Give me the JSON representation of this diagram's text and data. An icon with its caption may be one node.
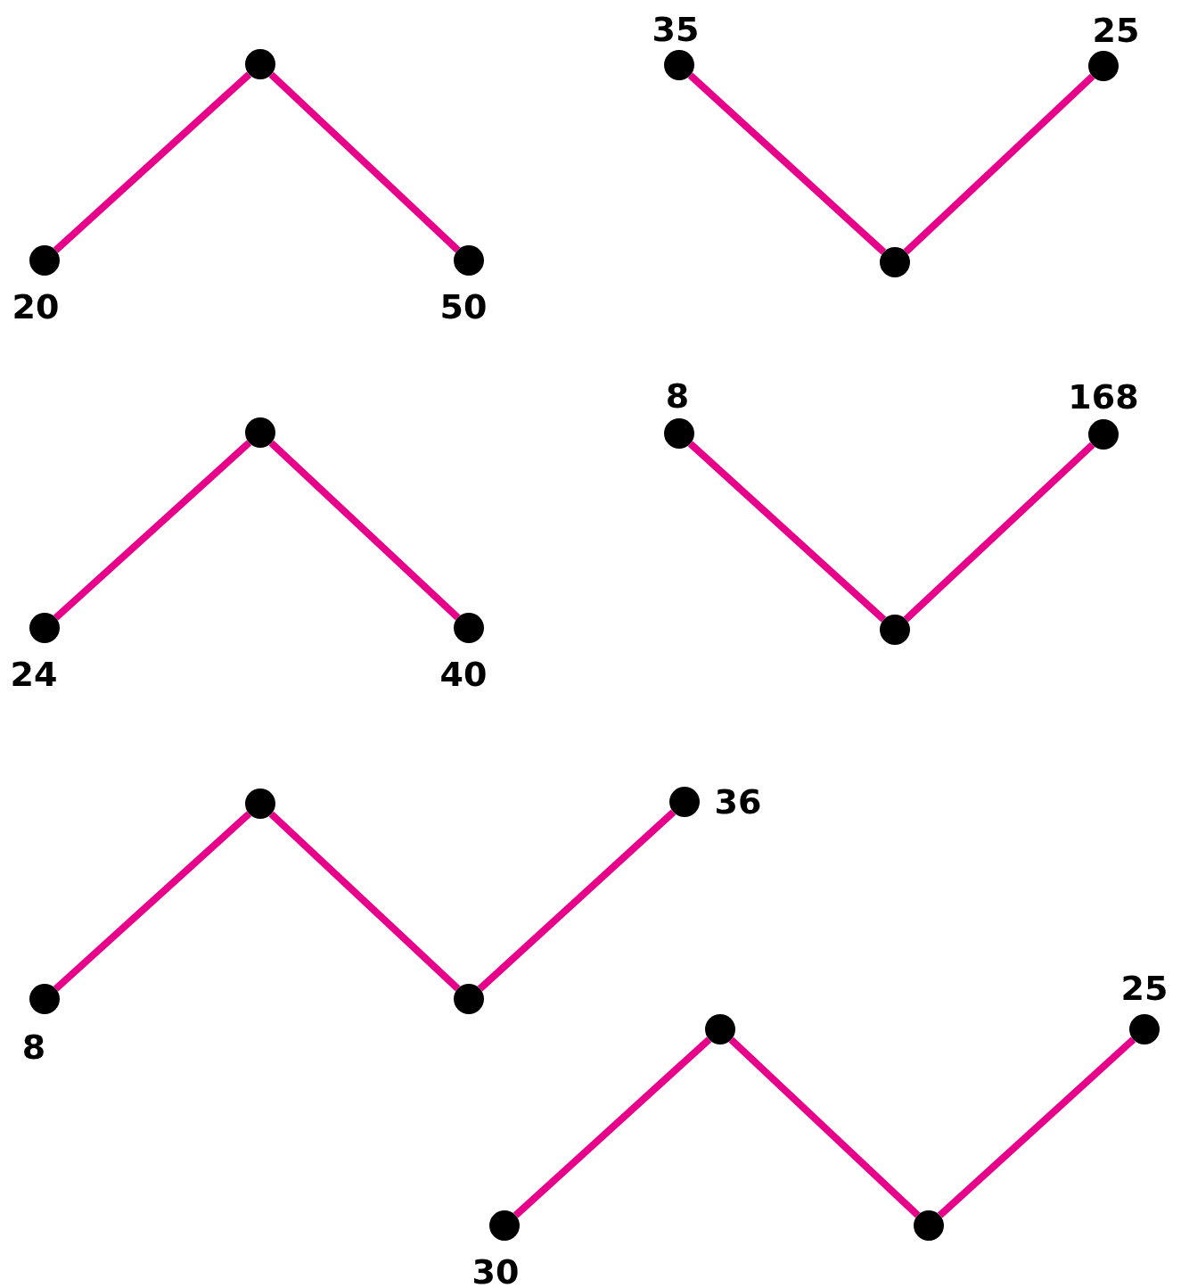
{
  "diagram": {
    "nodes": [
      {
        "text": [],
        "shape": "circle",
        "beside": [
          "20"
        ]
      },
      {
        "text": [],
        "shape": "circle"
      },
      {
        "text": [],
        "shape": "circle",
        "beside": [
          "50"
        ]
      },
      {
        "text": [],
        "shape": "circle",
        "beside": [
          "35"
        ]
      },
      {
        "text": [],
        "shape": "circle"
      },
      {
        "text": [],
        "shape": "circle",
        "beside": [
          "25"
        ]
      },
      {
        "text": [],
        "shape": "circle",
        "beside": [
          "24"
        ]
      },
      {
        "text": [],
        "shape": "circle"
      },
      {
        "text": [],
        "shape": "circle",
        "beside": [
          "40"
        ]
      },
      {
        "text": [],
        "shape": "circle",
        "beside": [
          "8"
        ]
      },
      {
        "text": [],
        "shape": "circle"
      },
      {
        "text": [],
        "shape": "circle",
        "beside": [
          "168"
        ]
      },
      {
        "text": [],
        "shape": "circle",
        "beside": [
          "8"
        ]
      },
      {
        "text": [],
        "shape": "circle"
      },
      {
        "text": [],
        "shape": "circle"
      },
      {
        "text": [],
        "shape": "circle",
        "beside": [
          "36"
        ]
      },
      {
        "text": [],
        "shape": "circle",
        "beside": [
          "30"
        ]
      },
      {
        "text": [],
        "shape": "circle"
      },
      {
        "text": [],
        "shape": "circle"
      },
      {
        "text": [],
        "shape": "circle",
        "beside": [
          "25"
        ]
      }
    ],
    "edges": [
      {
        "from": 0,
        "to": 1,
        "arrow": "none"
      },
      {
        "from": 1,
        "to": 2,
        "arrow": "none"
      },
      {
        "from": 3,
        "to": 4,
        "arrow": "none"
      },
      {
        "from": 4,
        "to": 5,
        "arrow": "none"
      },
      {
        "from": 6,
        "to": 7,
        "arrow": "none"
      },
      {
        "from": 7,
        "to": 8,
        "arrow": "none"
      },
      {
        "from": 9,
        "to": 10,
        "arrow": "none"
      },
      {
        "from": 10,
        "to": 11,
        "arrow": "none"
      },
      {
        "from": 12,
        "to": 13,
        "arrow": "none"
      },
      {
        "from": 13,
        "to": 14,
        "arrow": "none"
      },
      {
        "from": 14,
        "to": 15,
        "arrow": "none"
      },
      {
        "from": 16,
        "to": 17,
        "arrow": "none"
      },
      {
        "from": 17,
        "to": 18,
        "arrow": "none"
      },
      {
        "from": 18,
        "to": 19,
        "arrow": "none"
      }
    ]
  }
}
